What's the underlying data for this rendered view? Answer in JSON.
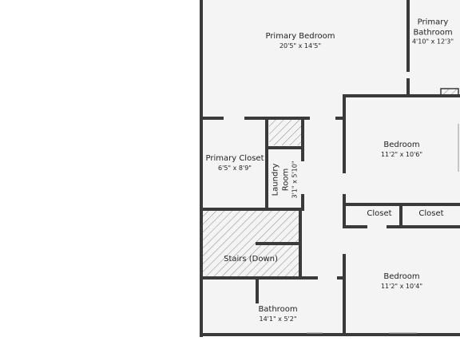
{
  "rooms": {
    "primary_bedroom": {
      "name": "Primary Bedroom",
      "dims": "20'5\" x 14'5\""
    },
    "primary_bathroom": {
      "name_line1": "Primary",
      "name_line2": "Bathroom",
      "dims": "4'10\" x 12'3\""
    },
    "bedroom_1": {
      "name": "Bedroom",
      "dims": "11'2\" x 10'6\""
    },
    "primary_closet": {
      "name": "Primary Closet",
      "dims": "6'5\" x 8'9\""
    },
    "laundry_room": {
      "name_line1": "Laundry",
      "name_line2": "Room",
      "dims": "3'1\" x 5'10\""
    },
    "closet_1": {
      "name": "Closet"
    },
    "closet_2": {
      "name": "Closet"
    },
    "stairs": {
      "name": "Stairs (Down)"
    },
    "bedroom_2": {
      "name": "Bedroom",
      "dims": "11'2\" x 10'4\""
    },
    "bathroom": {
      "name": "Bathroom",
      "dims": "14'1\" x 5'2\""
    }
  },
  "colors": {
    "wall": "#3a3a3a",
    "floor": "#f4f4f4",
    "hatch": "#8a8a8a",
    "background": "#ffffff"
  }
}
